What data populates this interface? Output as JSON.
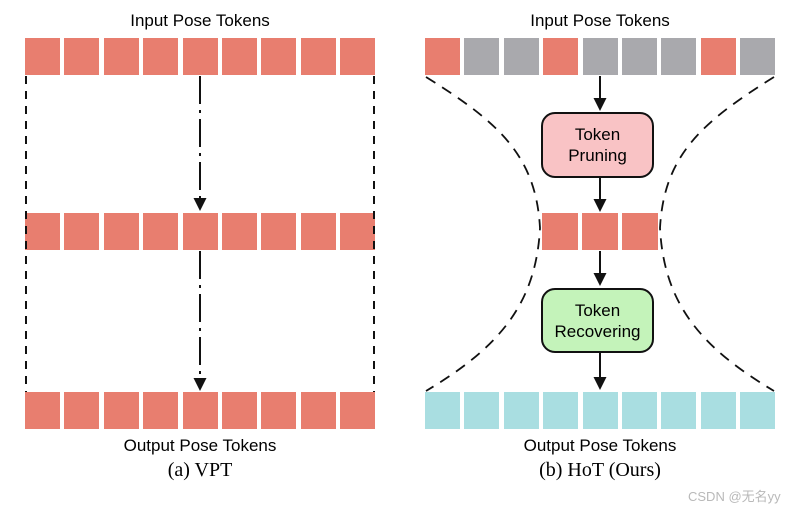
{
  "colors": {
    "red": "#e87e6f",
    "gray": "#a9a9ad",
    "cyan": "#a9dee1",
    "pruning_box_fill": "#f9c3c5",
    "recovering_box_fill": "#c4f3ba",
    "line": "#111111"
  },
  "left_panel": {
    "title": "Input Pose Tokens",
    "input_tokens": [
      "red",
      "red",
      "red",
      "red",
      "red",
      "red",
      "red",
      "red",
      "red"
    ],
    "middle_tokens": [
      "red",
      "red",
      "red",
      "red",
      "red",
      "red",
      "red",
      "red",
      "red"
    ],
    "output_tokens": [
      "red",
      "red",
      "red",
      "red",
      "red",
      "red",
      "red",
      "red",
      "red"
    ],
    "output_label": "Output Pose Tokens",
    "caption": "(a) VPT"
  },
  "right_panel": {
    "title": "Input Pose Tokens",
    "input_tokens": [
      "red",
      "gray",
      "gray",
      "red",
      "gray",
      "gray",
      "gray",
      "red",
      "gray"
    ],
    "pruned_tokens": [
      "red",
      "red",
      "red"
    ],
    "output_tokens": [
      "cyan",
      "cyan",
      "cyan",
      "cyan",
      "cyan",
      "cyan",
      "cyan",
      "cyan",
      "cyan"
    ],
    "pruning_box": {
      "line1": "Token",
      "line2": "Pruning"
    },
    "recovering_box": {
      "line1": "Token",
      "line2": "Recovering"
    },
    "output_label": "Output Pose Tokens",
    "caption": "(b) HoT (Ours)"
  },
  "watermark": "CSDN @无名yy"
}
